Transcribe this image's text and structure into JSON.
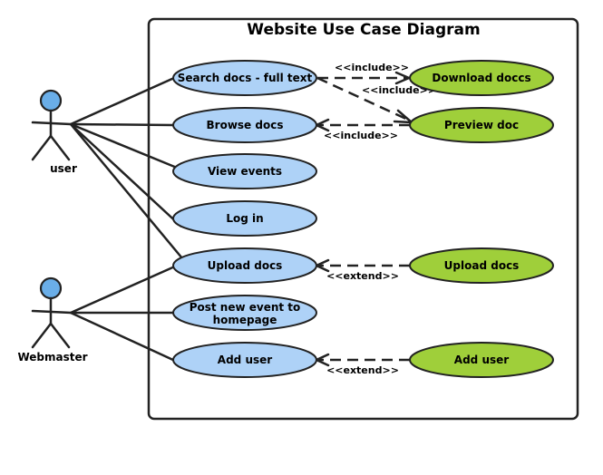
{
  "diagram": {
    "title": "Website Use Case Diagram",
    "actors": [
      {
        "id": "user",
        "label": "user"
      },
      {
        "id": "webmaster",
        "label": "Webmaster"
      }
    ],
    "use_cases_primary": [
      {
        "id": "search",
        "label": "Search docs - full text"
      },
      {
        "id": "browse",
        "label": "Browse docs"
      },
      {
        "id": "events",
        "label": "View events"
      },
      {
        "id": "login",
        "label": "Log in"
      },
      {
        "id": "upload",
        "label": "Upload docs"
      },
      {
        "id": "post_line1",
        "label": "Post new event to"
      },
      {
        "id": "post_line2",
        "label": "homepage"
      },
      {
        "id": "adduser",
        "label": "Add user"
      }
    ],
    "use_cases_secondary": [
      {
        "id": "download",
        "label": "Download doccs"
      },
      {
        "id": "preview",
        "label": "Preview doc"
      },
      {
        "id": "upload2",
        "label": "Upload docs"
      },
      {
        "id": "adduser2",
        "label": "Add user"
      }
    ],
    "relations": [
      {
        "id": "inc1",
        "label": "<<include>>"
      },
      {
        "id": "inc2",
        "label": "<<include>>"
      },
      {
        "id": "inc3",
        "label": "<<include>>"
      },
      {
        "id": "ext1",
        "label": "<<extend>>"
      },
      {
        "id": "ext2",
        "label": "<<extend>>"
      }
    ],
    "colors": {
      "actor_head": "#6aaee8",
      "primary_use_case": "#aed2f7",
      "secondary_use_case": "#9fcf3a",
      "outline": "#222222"
    }
  }
}
